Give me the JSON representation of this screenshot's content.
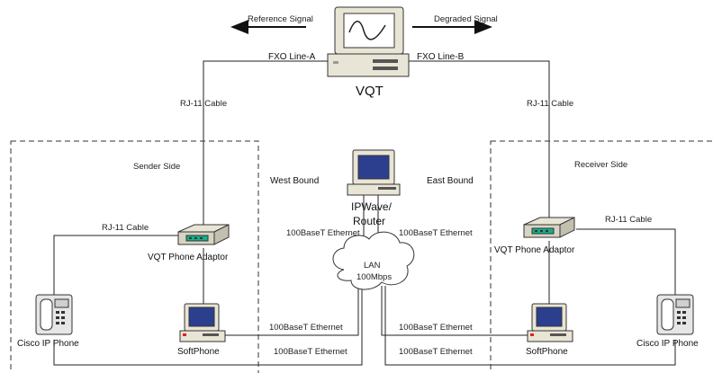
{
  "vqt": {
    "label": "VQT",
    "reference_signal": "Reference Signal",
    "degraded_signal": "Degraded Signal",
    "fxo_line_a": "FXO Line-A",
    "fxo_line_b": "FXO Line-B"
  },
  "sender": {
    "zone_label": "Sender Side",
    "rj11_top": "RJ-11 Cable",
    "rj11_phone": "RJ-11 Cable",
    "adaptor": "VQT Phone Adaptor",
    "ip_phone": "Cisco IP Phone",
    "softphone": "SoftPhone"
  },
  "receiver": {
    "zone_label": "Receiver Side",
    "rj11_top": "RJ-11 Cable",
    "rj11_phone": "RJ-11 Cable",
    "adaptor": "VQT Phone Adaptor",
    "ip_phone": "Cisco IP Phone",
    "softphone": "SoftPhone"
  },
  "router": {
    "label_line1": "IPWave/",
    "label_line2": "Router",
    "west": "West Bound",
    "east": "East Bound",
    "eth_left": "100BaseT Ethernet",
    "eth_right": "100BaseT Ethernet"
  },
  "lan": {
    "line1": "LAN",
    "line2": "100Mbps"
  },
  "ethernet": {
    "left_top": "100BaseT Ethernet",
    "left_bottom": "100BaseT Ethernet",
    "right_top": "100BaseT Ethernet",
    "right_bottom": "100BaseT Ethernet"
  },
  "colors": {
    "device_beige": "#e9e5d6",
    "screen_blue": "#2c3f8f",
    "adaptor_teal": "#13b08c"
  }
}
